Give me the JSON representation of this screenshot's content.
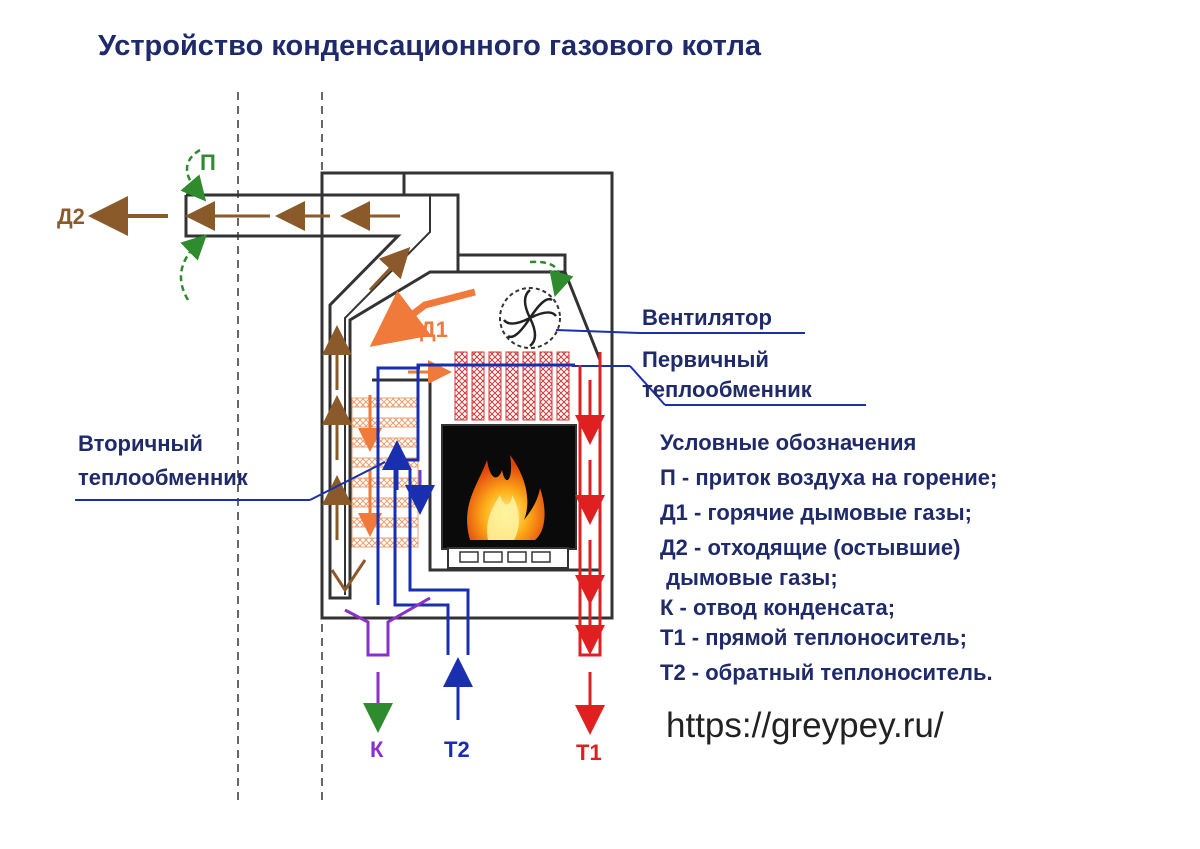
{
  "title": "Устройство конденсационного газового котла",
  "labels": {
    "fan": "Вентилятор",
    "primary_line1": "Первичный",
    "primary_line2": "теплообменник",
    "secondary_line1": "Вторичный",
    "secondary_line2": "теплообменник",
    "p": "П",
    "d1": "Д1",
    "d2": "Д2",
    "k": "К",
    "t1": "Т1",
    "t2": "Т2"
  },
  "legend": {
    "heading": "Условные обозначения",
    "items": [
      "П - приток воздуха на горение;",
      "Д1 - горячие дымовые газы;",
      "Д2 - отходящие (остывшие)",
      " дымовые газы;",
      "К - отвод конденсата;",
      "Т1 - прямой теплоноситель;",
      "Т2 - обратный теплоноситель."
    ]
  },
  "url": "https://greypey.ru/",
  "colors": {
    "text": "#1f2a6b",
    "flue_gas": "#8b5a2b",
    "hot_gas": "#f07a3a",
    "air": "#2e8b2e",
    "supply_hot": "#e02020",
    "return_cold": "#1a2fb0",
    "condensate": "#8b2fc9",
    "wall": "#333333"
  }
}
